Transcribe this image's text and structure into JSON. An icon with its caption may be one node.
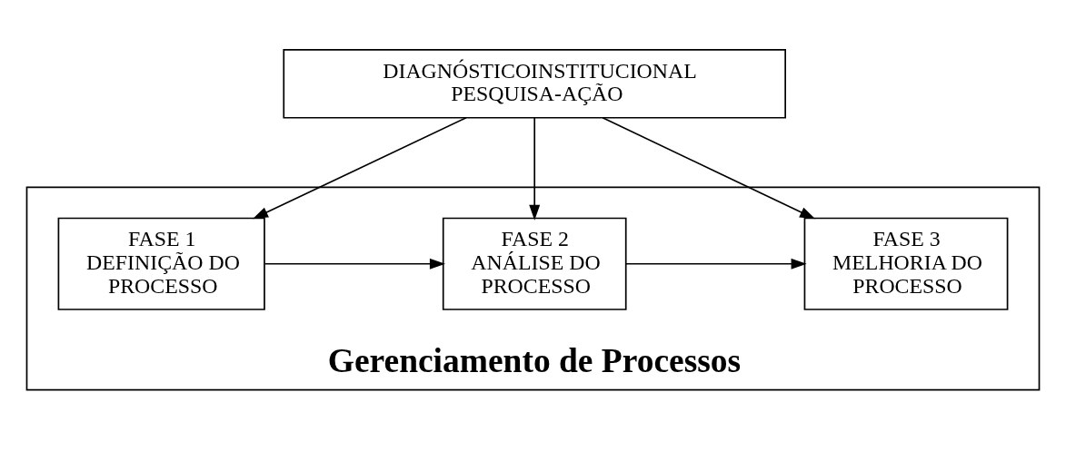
{
  "diagram": {
    "nodes": [
      {
        "text": [
          "DIAGNÓSTICOINSTITUCIONAL PESQUISA-AÇÃO"
        ]
      },
      {
        "text": [
          "Gerenciamento de Processos"
        ]
      },
      {
        "text": [
          "FASE 1",
          "DEFINIÇÃO DO PROCESSO"
        ],
        "in": 1
      },
      {
        "text": [
          "FASE 2",
          "ANÁLISE DO PROCESSO"
        ],
        "in": 1
      },
      {
        "text": [
          "FASE 3",
          "MELHORIA DO PROCESSO"
        ],
        "in": 1
      }
    ],
    "edges": [
      {
        "from": 0,
        "to": 2,
        "arrow": "to"
      },
      {
        "from": 0,
        "to": 3,
        "arrow": "to"
      },
      {
        "from": 0,
        "to": 4,
        "arrow": "to"
      },
      {
        "from": 2,
        "to": 3,
        "arrow": "to"
      },
      {
        "from": 3,
        "to": 4,
        "arrow": "to"
      }
    ]
  }
}
